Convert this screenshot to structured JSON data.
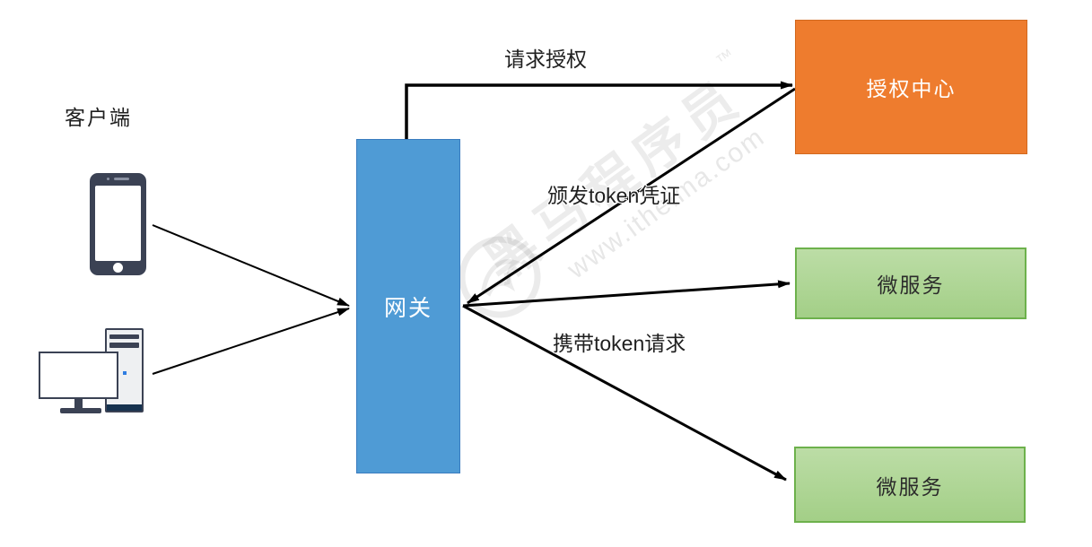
{
  "nodes": {
    "client": {
      "label": "客户端"
    },
    "gateway": {
      "label": "网关"
    },
    "auth_center": {
      "label": "授权中心"
    },
    "microservice_top": {
      "label": "微服务"
    },
    "microservice_bottom": {
      "label": "微服务"
    }
  },
  "edges": {
    "request_auth": {
      "label": "请求授权",
      "from": "网关",
      "to": "授权中心"
    },
    "issue_token": {
      "label": "颁发token凭证",
      "from": "授权中心",
      "to": "网关"
    },
    "carry_token": {
      "label": "携带token请求",
      "from": "网关",
      "to": "微服务"
    }
  },
  "icons": {
    "phone": "smartphone-icon",
    "computer": "desktop-computer-icon"
  },
  "watermark": {
    "brand": "黑马程序员",
    "tm": "™",
    "url": "www.itheima.com"
  },
  "colors": {
    "gateway_fill": "#4f9bd5",
    "auth_fill": "#ee7c2e",
    "service_fill": "#aad18e",
    "service_border": "#6db14c",
    "device": "#3b4254",
    "arrow": "#000000"
  }
}
